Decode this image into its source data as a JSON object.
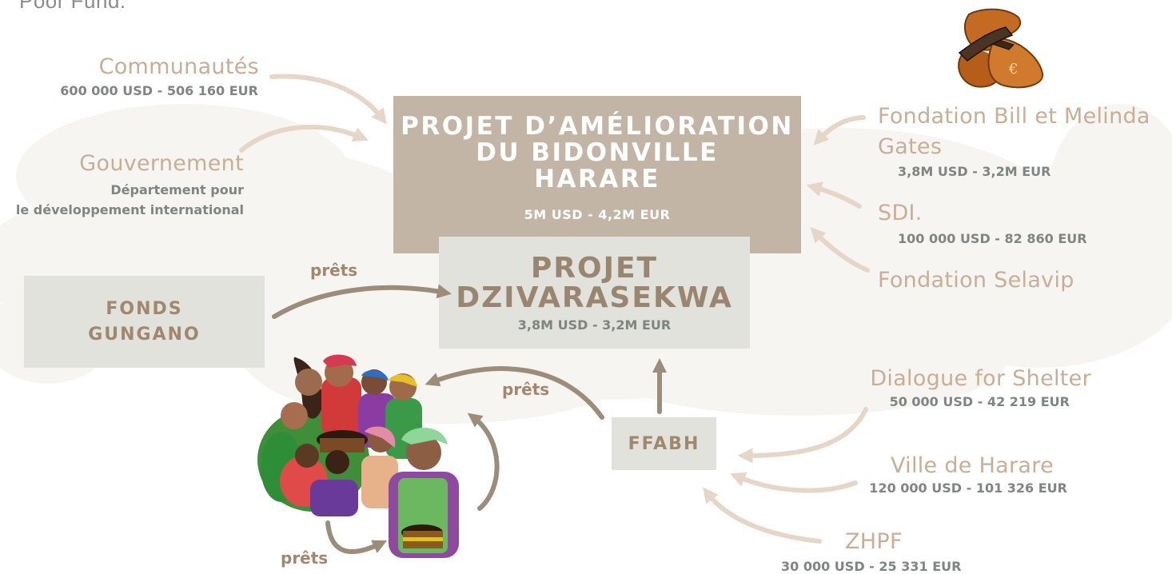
{
  "header": {
    "partial_text": "Poor Fund."
  },
  "sources_left": {
    "communautes": {
      "title": "Communautés",
      "amount": "600 000 USD - 506 160 EUR"
    },
    "gouvernement": {
      "title": "Gouvernement",
      "sub1": "Département pour",
      "sub2": "le développement international"
    }
  },
  "sources_right": {
    "gates": {
      "title_line1": "Fondation Bill et Melinda",
      "title_line2": "Gates",
      "amount": "3,8M USD - 3,2M EUR"
    },
    "sdi": {
      "title": "SDI.",
      "amount": "100 000 USD - 82 860 EUR"
    },
    "selavip": {
      "title": "Fondation Selavip"
    },
    "dialogue": {
      "title": "Dialogue for Shelter",
      "amount": "50 000 USD - 42 219 EUR"
    },
    "harare": {
      "title": "Ville de Harare",
      "amount": "120 000 USD - 101 326 EUR"
    },
    "zhpf": {
      "title": "ZHPF",
      "amount": "30 000 USD - 25 331 EUR"
    }
  },
  "main_project": {
    "title_line1": "PROJET D’AMÉLIORATION",
    "title_line2": "DU BIDONVILLE",
    "title_line3": "HARARE",
    "amount": "5M USD - 4,2M EUR"
  },
  "dzivarasekwa": {
    "title_line1": "PROJET",
    "title_line2": "DZIVARASEKWA",
    "amount": "3,8M USD - 3,2M EUR"
  },
  "gungano": {
    "title_line1": "FONDS",
    "title_line2": "GUNGANO"
  },
  "ffabh": {
    "title": "FFABH"
  },
  "loans": {
    "label1": "prêts",
    "label2": "prêts",
    "label3": "prêts"
  },
  "icons": {
    "money_bag": "money-bag-euro-icon",
    "community": "community-women-illustration"
  },
  "colors": {
    "main_box": "#c2b5a5",
    "light_box": "#e0e2db",
    "light_arrow": "#e6d6c7",
    "dark_arrow": "#9b8d79",
    "source_text": "#c9ad96"
  }
}
